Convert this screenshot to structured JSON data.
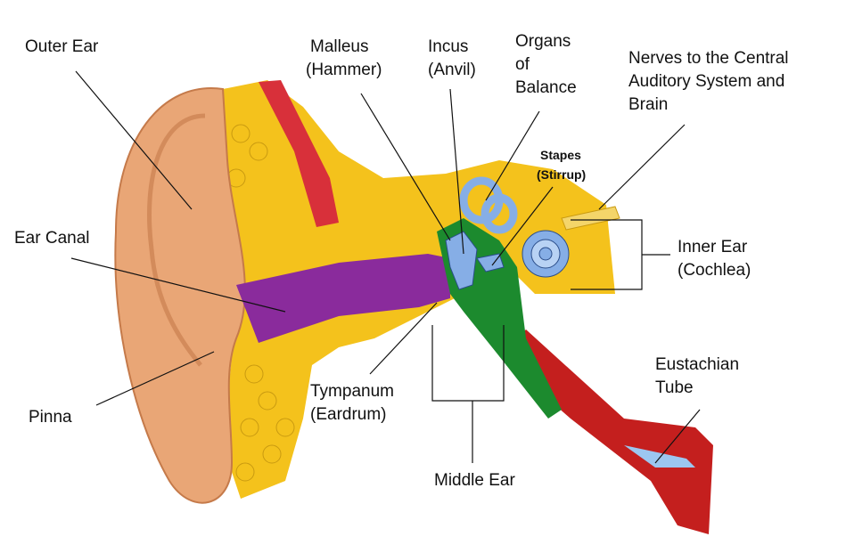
{
  "labels": {
    "outer_ear": "Outer Ear",
    "malleus": [
      "Malleus",
      "(Hammer)"
    ],
    "incus": [
      "Incus",
      "(Anvil)"
    ],
    "organs_of_balance": [
      "Organs",
      "of",
      "Balance"
    ],
    "nerves": [
      "Nerves to the Central",
      "Auditory System and",
      "Brain"
    ],
    "stapes": [
      "Stapes",
      "(Stirrup)"
    ],
    "ear_canal": "Ear Canal",
    "inner_ear": [
      "Inner Ear",
      "(Cochlea)"
    ],
    "eustachian": [
      "Eustachian",
      "Tube"
    ],
    "pinna": "Pinna",
    "tympanum": [
      "Tympanum",
      "(Eardrum)"
    ],
    "middle_ear": "Middle Ear"
  },
  "colors": {
    "skin": "#e9a676",
    "bone": "#f4c21c",
    "canal": "#8a2b9c",
    "green": "#1c8a2e",
    "red": "#c41f1e",
    "blue": "#86aee6"
  }
}
